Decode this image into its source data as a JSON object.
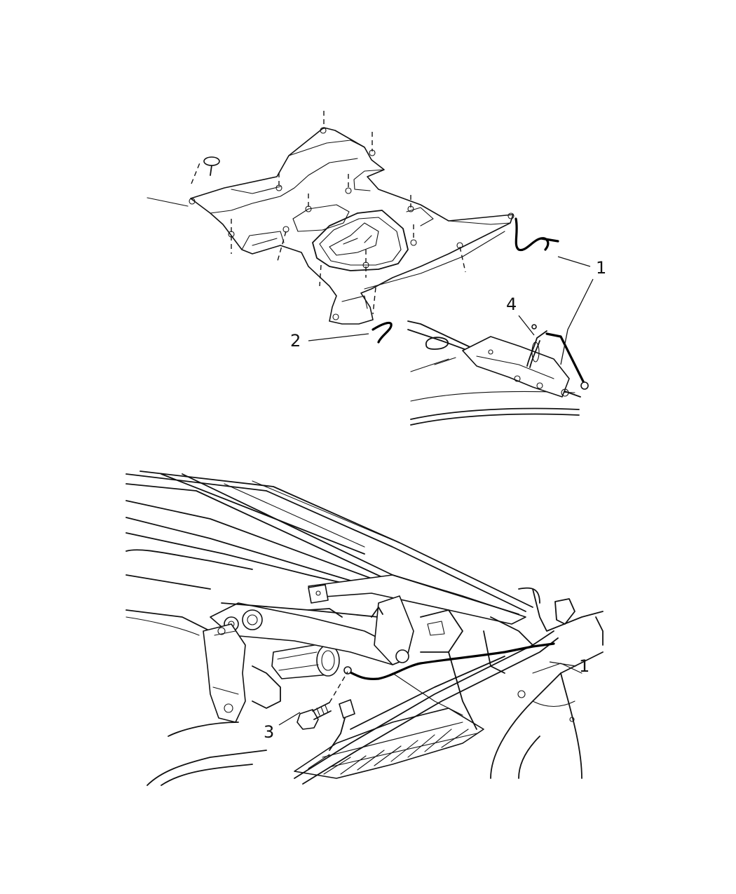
{
  "callouts": {
    "top_view": {
      "item_1": "1",
      "item_2": "2",
      "item_4": "4"
    },
    "bottom_view": {
      "item_1": "1",
      "item_3": "3"
    }
  }
}
